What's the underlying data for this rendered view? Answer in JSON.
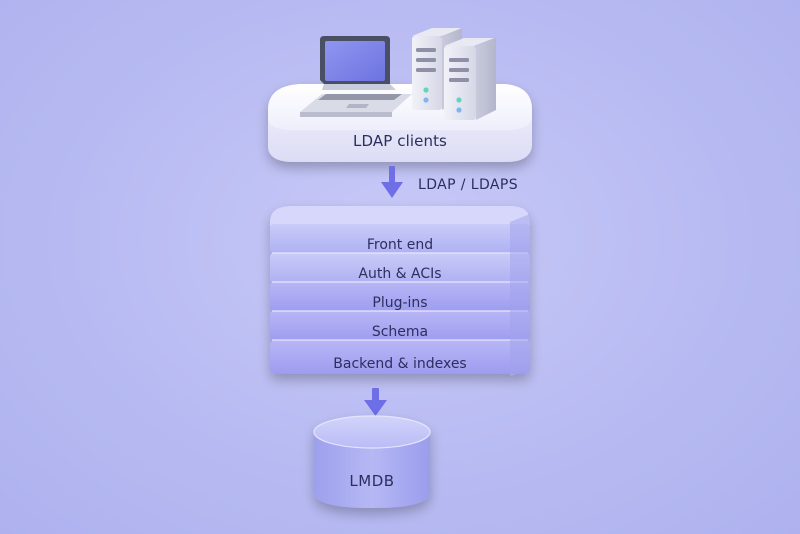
{
  "clients": {
    "label": "LDAP clients"
  },
  "connection": {
    "protocol_label": "LDAP / LDAPS"
  },
  "layers": [
    {
      "label": "Front end"
    },
    {
      "label": "Auth & ACIs"
    },
    {
      "label": "Plug-ins"
    },
    {
      "label": "Schema"
    },
    {
      "label": "Backend & indexes"
    }
  ],
  "database": {
    "label": "LMDB"
  },
  "icons": [
    "laptop-icon",
    "server-icon",
    "arrow-down-icon",
    "database-icon"
  ],
  "colors": {
    "background": "#b8bbf2",
    "arrow": "#6e6ee6",
    "layer_fill": "#a9abf2",
    "text": "#2c2f5e"
  }
}
